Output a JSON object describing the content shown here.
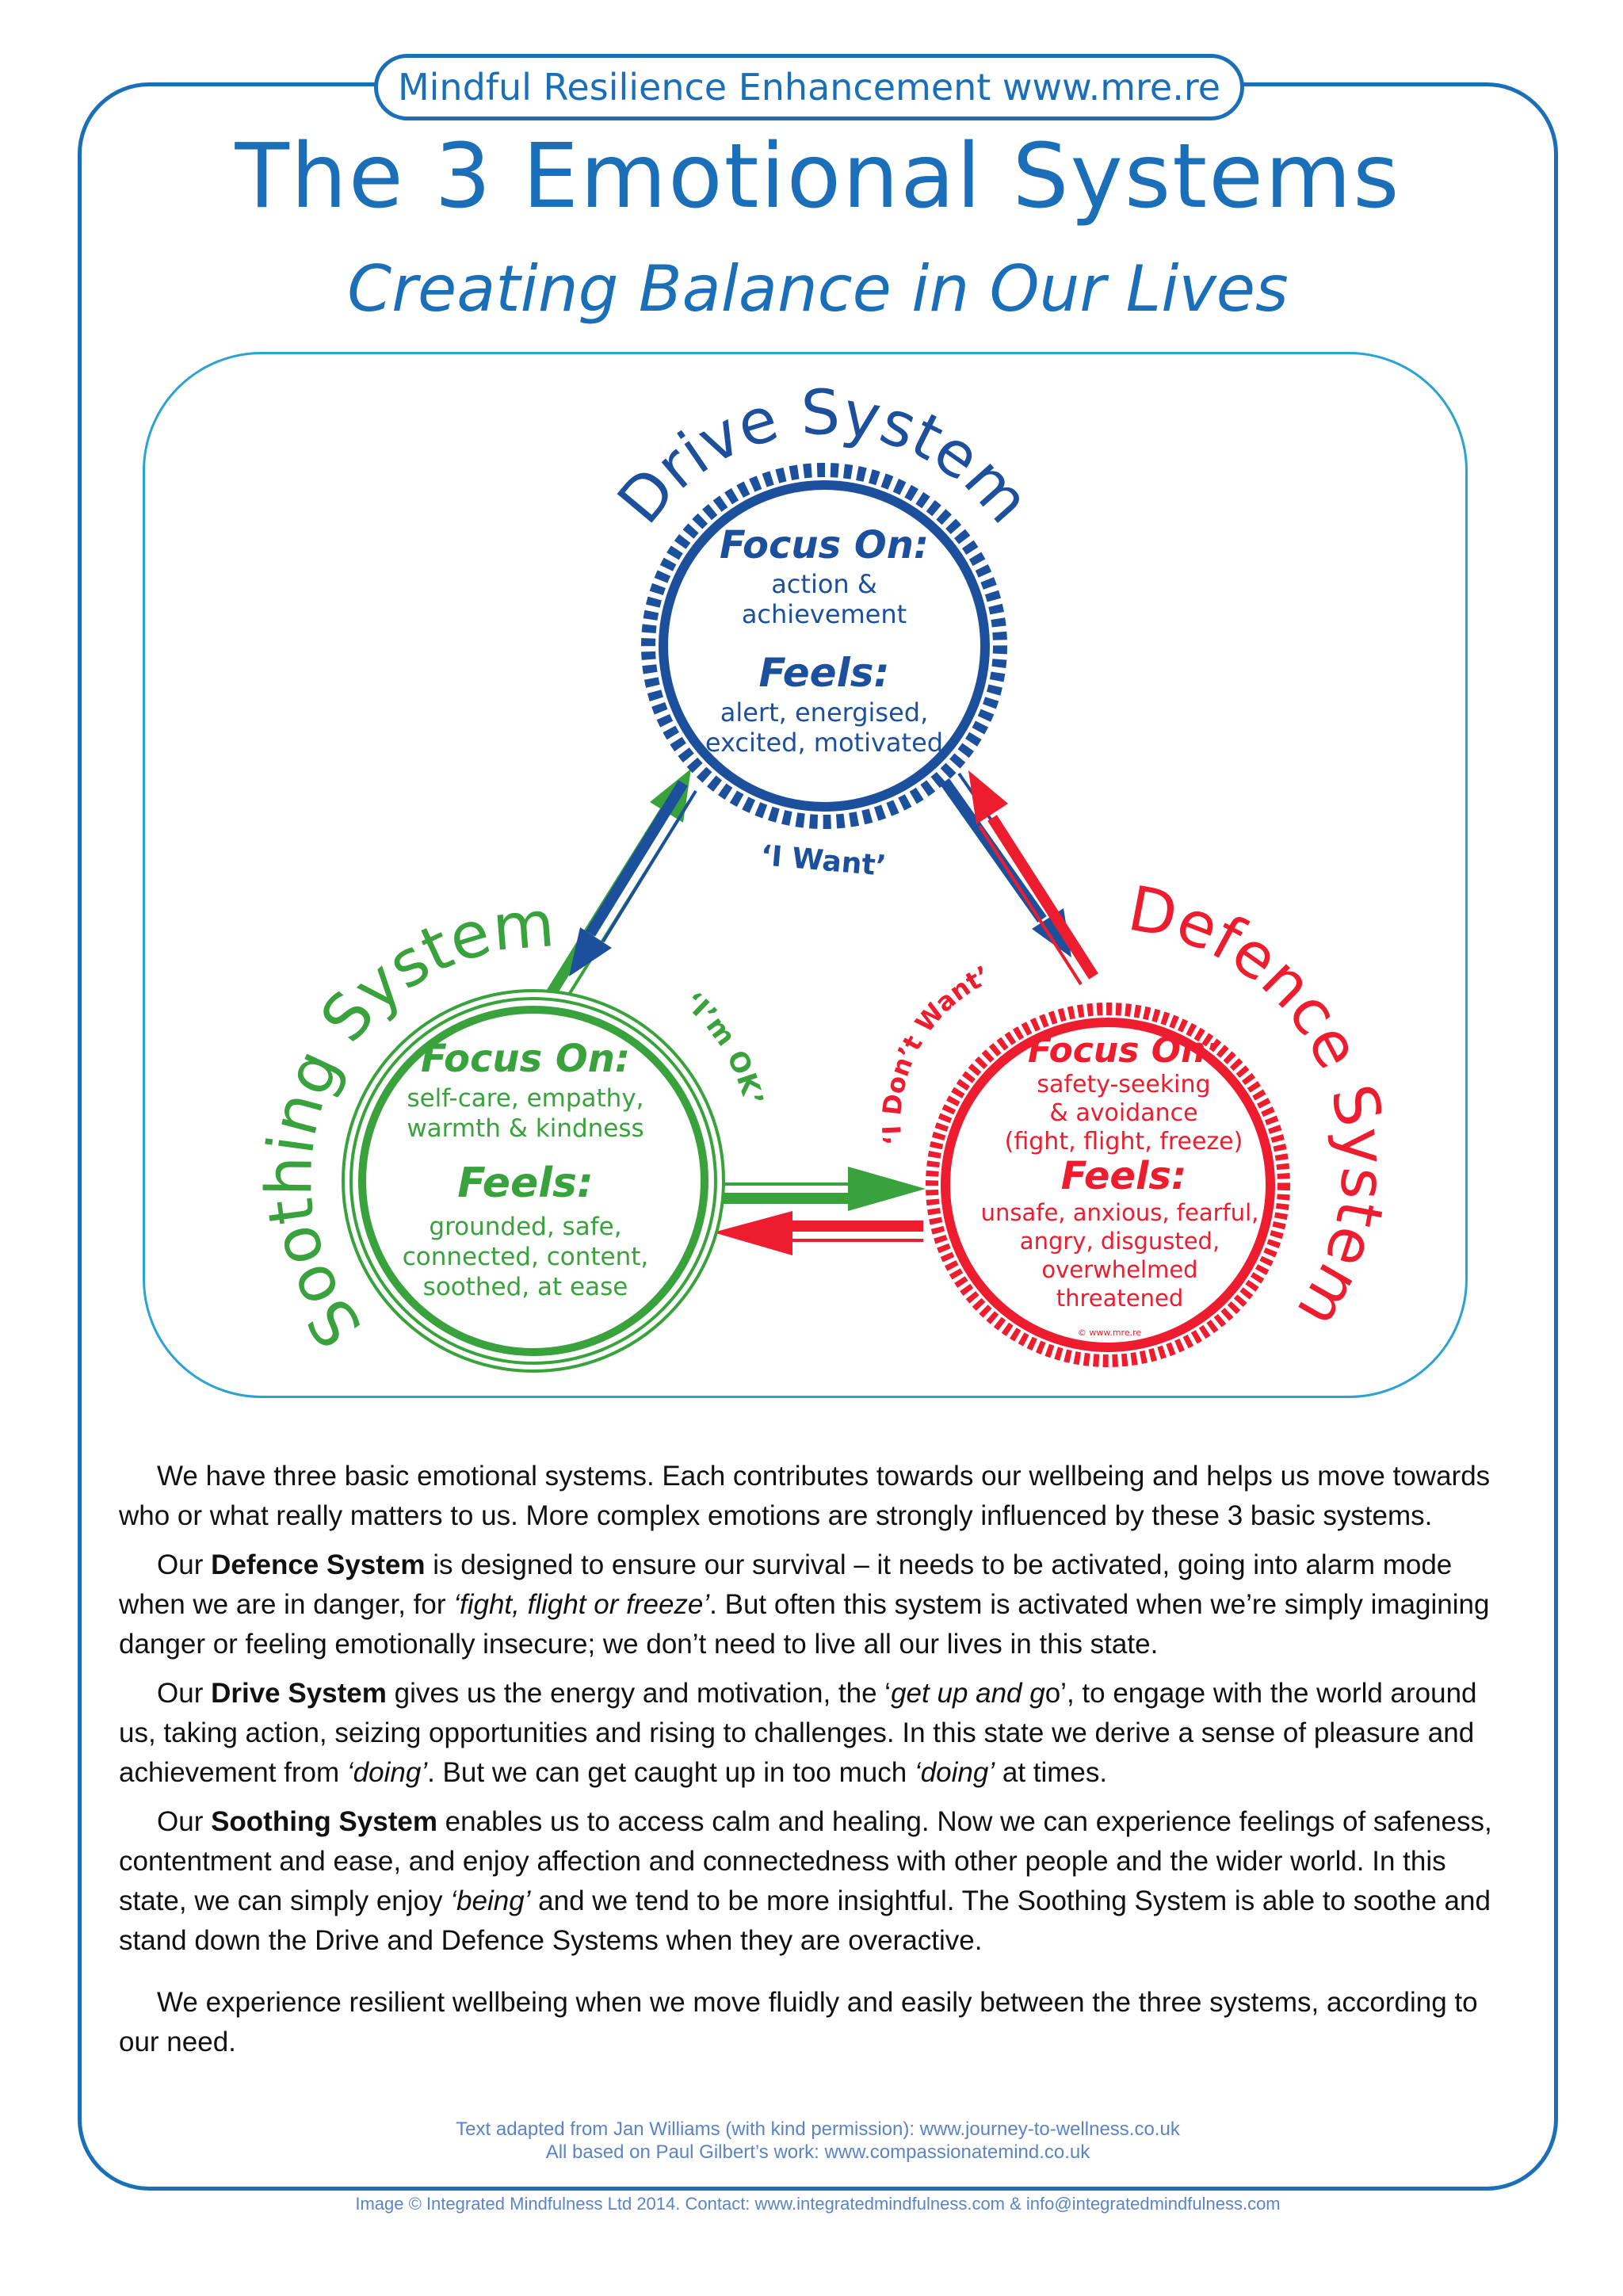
{
  "header": {
    "site_banner": "Mindful Resilience Enhancement www.mre.re"
  },
  "title": "The 3 Emotional Systems",
  "subtitle": "Creating Balance in Our Lives",
  "colors": {
    "brand_blue": "#1a6fb8",
    "drive_blue": "#1c4f9c",
    "soothing_green": "#39a23c",
    "defence_red": "#ed1c2e",
    "frame_cyan": "#29a3d4"
  },
  "diagram": {
    "drive": {
      "title": "Drive System",
      "focus_heading": "Focus On:",
      "focus_line1": "action &",
      "focus_line2": "achievement",
      "feels_heading": "Feels:",
      "feels_line1": "alert, energised,",
      "feels_line2": "excited, motivated",
      "motto": "‘I Want’"
    },
    "soothing": {
      "title": "Soothing System",
      "focus_heading": "Focus On:",
      "focus_line1": "self-care, empathy,",
      "focus_line2": "warmth & kindness",
      "feels_heading": "Feels:",
      "feels_line1": "grounded, safe,",
      "feels_line2": "connected, content,",
      "feels_line3": "soothed, at ease",
      "motto": "‘I’m OK’"
    },
    "defence": {
      "title": "Defence System",
      "focus_heading": "Focus On:",
      "focus_line1": "safety-seeking",
      "focus_line2": "& avoidance",
      "focus_line3": "(fight, flight, freeze)",
      "feels_heading": "Feels:",
      "feels_line1": "unsafe, anxious, fearful,",
      "feels_line2": "angry, disgusted,",
      "feels_line3": "overwhelmed",
      "feels_line4": "threatened",
      "motto": "‘I Don’t Want’",
      "watermark": "© www.mre.re"
    }
  },
  "body": {
    "p1": "We have three basic emotional systems. Each contributes towards our wellbeing and helps us move towards who or what really matters to us. More complex emotions are strongly influenced by these 3 basic systems.",
    "p2": {
      "lead": "Our ",
      "term": "Defence System",
      "a": " is designed to ensure our survival – it needs to be activated, going into alarm mode when we are in danger, for ",
      "em": "‘fight, flight or freeze’",
      "b": ". But often this system is activated when we’re simply imagining danger or feeling emotionally insecure; we don’t need to live all our lives in this state."
    },
    "p3": {
      "lead": "Our ",
      "term": "Drive System",
      "a": " gives us the energy and motivation, the ‘",
      "em1": "get up and g",
      "b": "o’, to engage with the world around us, taking action, seizing opportunities and rising to challenges. In this state we derive a sense of pleasure and achievement from ",
      "em2": "‘doing’",
      "c": ". But we can get caught up in too much ",
      "em3": "‘doing’",
      "d": " at times."
    },
    "p4": {
      "lead": "Our ",
      "term": "Soothing System",
      "a": " enables us to access calm and healing. Now we can experience feelings of safeness, contentment and ease, and enjoy affection and connectedness with other people and the wider world. In this state, we can simply enjoy ",
      "em": "‘being’",
      "b": " and we tend to be more insightful. The Soothing System is able to soothe and stand down the Drive and Defence Systems when they are overactive."
    },
    "p5": "We experience resilient wellbeing when we move fluidly and easily between the three systems, according to our need."
  },
  "credits": {
    "line1": "Text adapted from Jan Williams (with kind permission): www.journey-to-wellness.co.uk",
    "line2": "All based on Paul Gilbert’s work: www.compassionatemind.co.uk",
    "copyright": "Image © Integrated Mindfulness Ltd 2014. Contact: www.integratedmindfulness.com & info@integratedmindfulness.com"
  }
}
